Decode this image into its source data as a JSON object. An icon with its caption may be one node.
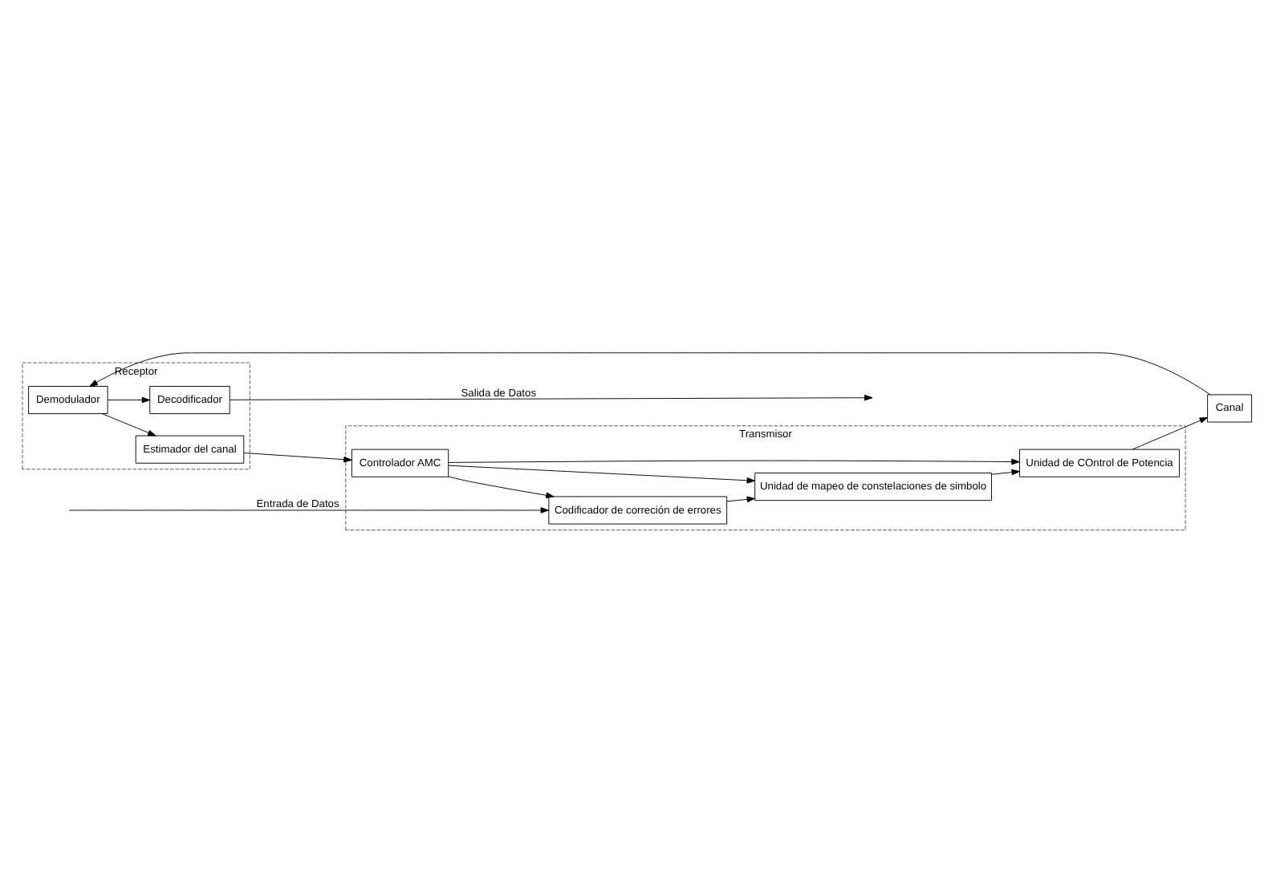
{
  "diagram": {
    "nodes": [
      {
        "text": [
          "Transmisor"
        ]
      },
      {
        "text": [
          "Codificador de correción de errores"
        ],
        "in": 0
      },
      {
        "text": [
          "Unidad de mapeo de constelaciones de simbolo"
        ],
        "in": 0
      },
      {
        "text": [
          "Unidad de COntrol de Potencia"
        ],
        "in": 0
      },
      {
        "text": [
          "Controlador AMC"
        ],
        "in": 0
      },
      {
        "text": [
          "Canal"
        ]
      },
      {
        "text": [
          "Receptor"
        ]
      },
      {
        "text": [
          "Estimador del canal"
        ],
        "in": 6
      },
      {
        "text": [
          "Demodulador"
        ],
        "in": 6
      },
      {
        "text": [
          "Decodificador"
        ],
        "in": 6
      }
    ],
    "edges": [
      {
        "from": null,
        "to": 1,
        "arrow": "to",
        "label": "Entrada de Datos"
      },
      {
        "from": 1,
        "to": 2,
        "arrow": "to"
      },
      {
        "from": 2,
        "to": 3,
        "arrow": "to"
      },
      {
        "from": 3,
        "to": 5,
        "arrow": "to"
      },
      {
        "from": 5,
        "to": 8,
        "arrow": "to"
      },
      {
        "from": 8,
        "to": 7,
        "arrow": "to"
      },
      {
        "from": 8,
        "to": 9,
        "arrow": "to"
      },
      {
        "from": 9,
        "to": null,
        "arrow": "to",
        "label": "Salida de Datos"
      },
      {
        "from": 7,
        "to": 4,
        "arrow": "to"
      },
      {
        "from": 4,
        "to": 1,
        "arrow": "to"
      },
      {
        "from": 4,
        "to": 2,
        "arrow": "to"
      },
      {
        "from": 4,
        "to": 3,
        "arrow": "to"
      }
    ]
  }
}
